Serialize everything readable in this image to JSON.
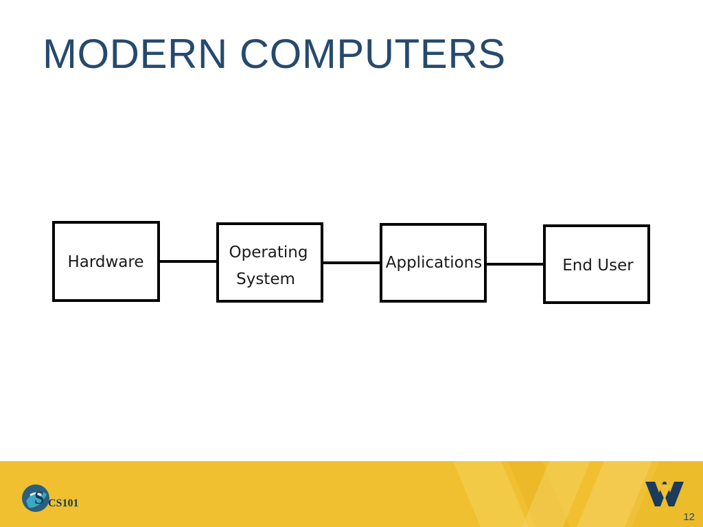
{
  "slide": {
    "title": "MODERN COMPUTERS",
    "page_number": "12"
  },
  "diagram": {
    "nodes": [
      {
        "id": "hardware",
        "lines": [
          "Hardware"
        ]
      },
      {
        "id": "operating-system",
        "lines": [
          "Operating",
          "System"
        ]
      },
      {
        "id": "applications",
        "lines": [
          "Applications"
        ]
      },
      {
        "id": "end-user",
        "lines": [
          "End User"
        ]
      }
    ],
    "edges": [
      {
        "from": "hardware",
        "to": "operating-system"
      },
      {
        "from": "operating-system",
        "to": "applications"
      },
      {
        "from": "applications",
        "to": "end-user"
      }
    ]
  },
  "footer": {
    "logo_left": "CS101",
    "logo_right": "WV"
  },
  "colors": {
    "title": "#264a6e",
    "footer_bg": "#f0c030",
    "box_stroke": "#000000"
  }
}
